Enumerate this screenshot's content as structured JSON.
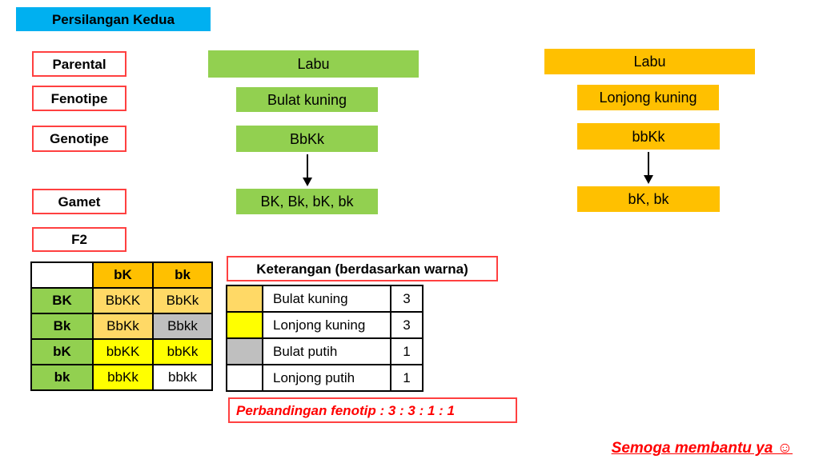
{
  "title": "Persilangan Kedua",
  "row_labels": [
    "Parental",
    "Fenotipe",
    "Genotipe",
    "Gamet",
    "F2"
  ],
  "parent1": {
    "name": "Labu",
    "fenotipe": "Bulat kuning",
    "genotipe": "BbKk",
    "gamet": "BK, Bk, bK, bk",
    "color": "#92D050"
  },
  "parent2": {
    "name": "Labu",
    "fenotipe": "Lonjong kuning",
    "genotipe": "bbKk",
    "gamet": "bK, bk",
    "color": "#FFC000"
  },
  "punnett": {
    "col_headers": [
      "bK",
      "bk"
    ],
    "col_header_color": "#FFC000",
    "row_headers": [
      "BK",
      "Bk",
      "bK",
      "bk"
    ],
    "row_header_color": "#92D050",
    "cells": [
      [
        {
          "text": "BbKK",
          "color": "#FFD966"
        },
        {
          "text": "BbKk",
          "color": "#FFD966"
        }
      ],
      [
        {
          "text": "BbKk",
          "color": "#FFD966"
        },
        {
          "text": "Bbkk",
          "color": "#BFBFBF"
        }
      ],
      [
        {
          "text": "bbKK",
          "color": "#FFFF00"
        },
        {
          "text": "bbKk",
          "color": "#FFFF00"
        }
      ],
      [
        {
          "text": "bbKk",
          "color": "#FFFF00"
        },
        {
          "text": "bbkk",
          "color": "#FFFFFF"
        }
      ]
    ]
  },
  "legend": {
    "title": "Keterangan (berdasarkan warna)",
    "rows": [
      {
        "color": "#FFD966",
        "label": "Bulat kuning",
        "count": "3"
      },
      {
        "color": "#FFFF00",
        "label": "Lonjong kuning",
        "count": "3"
      },
      {
        "color": "#BFBFBF",
        "label": "Bulat putih",
        "count": "1"
      },
      {
        "color": "#FFFFFF",
        "label": "Lonjong putih",
        "count": "1"
      }
    ]
  },
  "ratio_text": "Perbandingan fenotip : 3 : 3 : 1 : 1",
  "footer": "Semoga membantu ya ☺",
  "colors": {
    "title_bg": "#00B0F0",
    "red_border": "#FF4040",
    "red_text": "#FF0000",
    "green": "#92D050",
    "orange": "#FFC000",
    "light_orange": "#FFD966",
    "yellow": "#FFFF00",
    "gray": "#BFBFBF"
  }
}
